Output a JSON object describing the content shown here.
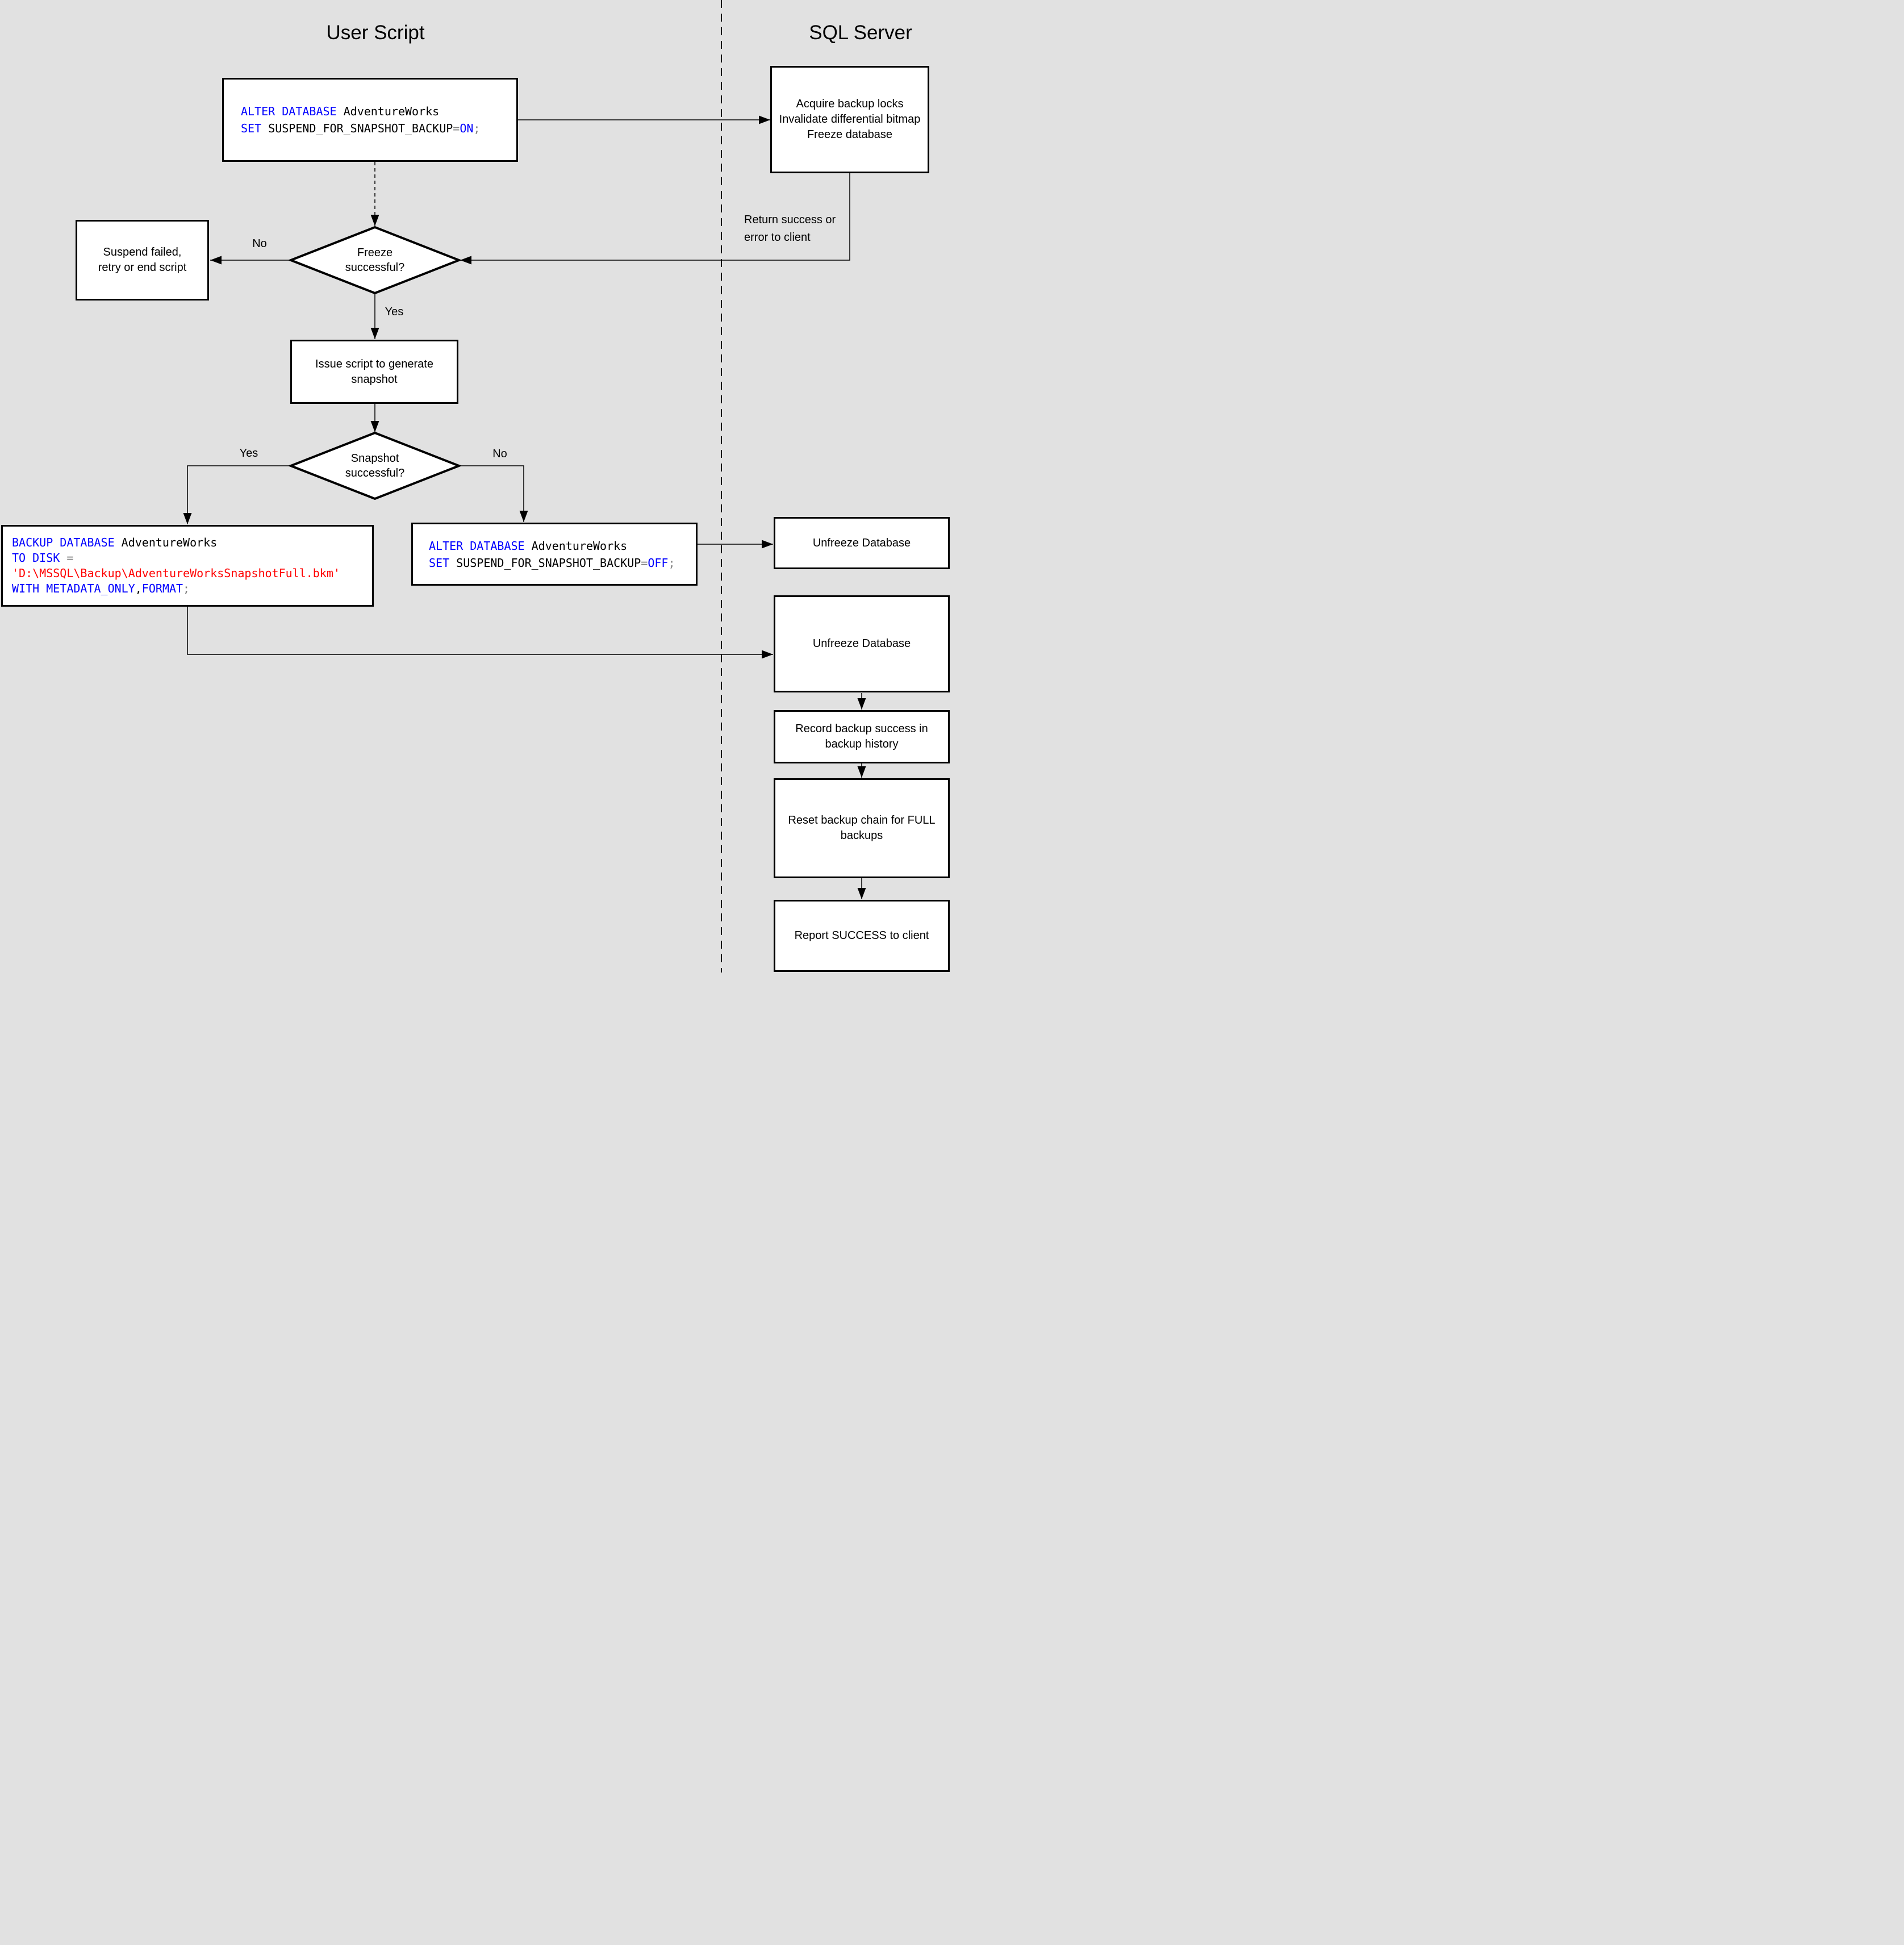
{
  "titles": {
    "left": "User Script",
    "right": "SQL Server"
  },
  "colors": {
    "background": "#e1e1e1",
    "box_fill": "#ffffff",
    "line": "#000000",
    "sql_keyword": "#0000ff",
    "sql_identifier": "#000000",
    "sql_string": "#ff0000",
    "sql_operator": "#808080"
  },
  "labels": {
    "freeze_no": "No",
    "freeze_yes": "Yes",
    "snapshot_yes": "Yes",
    "snapshot_no": "No",
    "return_note_line1": "Return success or",
    "return_note_line2": "error to client"
  },
  "nodes": {
    "sql_suspend_on": {
      "lines": [
        [
          {
            "t": "ALTER DATABASE ",
            "k": "kw"
          },
          {
            "t": "AdventureWorks",
            "k": "id"
          }
        ],
        [
          {
            "t": "SET ",
            "k": "kw"
          },
          {
            "t": "SUSPEND_FOR_SNAPSHOT_BACKUP",
            "k": "id"
          },
          {
            "t": "=",
            "k": "op"
          },
          {
            "t": "ON",
            "k": "kw"
          },
          {
            "t": ";",
            "k": "op"
          }
        ]
      ]
    },
    "acquire": {
      "lines": [
        "Acquire backup locks",
        "Invalidate differential bitmap",
        "Freeze database"
      ]
    },
    "freeze_question": {
      "text": "Freeze successful?"
    },
    "suspend_failed": {
      "lines": [
        "Suspend failed,",
        "retry or end script"
      ]
    },
    "issue_script": {
      "text": "Issue script to generate snapshot"
    },
    "snapshot_question": {
      "text": "Snapshot successful?"
    },
    "backup_database": {
      "lines": [
        [
          {
            "t": "BACKUP DATABASE ",
            "k": "kw"
          },
          {
            "t": "AdventureWorks",
            "k": "id"
          }
        ],
        [
          {
            "t": "TO DISK ",
            "k": "kw"
          },
          {
            "t": "=",
            "k": "op"
          }
        ],
        [
          {
            "t": "'D:\\MSSQL\\Backup\\AdventureWorksSnapshotFull.bkm'",
            "k": "str"
          }
        ],
        [
          {
            "t": "WITH METADATA_ONLY",
            "k": "kw"
          },
          {
            "t": ",",
            "k": "id"
          },
          {
            "t": "FORMAT",
            "k": "kw"
          },
          {
            "t": ";",
            "k": "op"
          }
        ]
      ]
    },
    "sql_suspend_off": {
      "lines": [
        [
          {
            "t": "ALTER DATABASE ",
            "k": "kw"
          },
          {
            "t": "AdventureWorks",
            "k": "id"
          }
        ],
        [
          {
            "t": "SET ",
            "k": "kw"
          },
          {
            "t": "SUSPEND_FOR_SNAPSHOT_BACKUP",
            "k": "id"
          },
          {
            "t": "=",
            "k": "op"
          },
          {
            "t": "OFF",
            "k": "kw"
          },
          {
            "t": ";",
            "k": "op"
          }
        ]
      ]
    },
    "unfreeze_1": {
      "text": "Unfreeze Database"
    },
    "unfreeze_2": {
      "text": "Unfreeze Database"
    },
    "record_history": {
      "text": "Record backup success in backup history"
    },
    "reset_chain": {
      "text": "Reset backup chain for FULL backups"
    },
    "report_success": {
      "text": "Report SUCCESS to client"
    }
  }
}
